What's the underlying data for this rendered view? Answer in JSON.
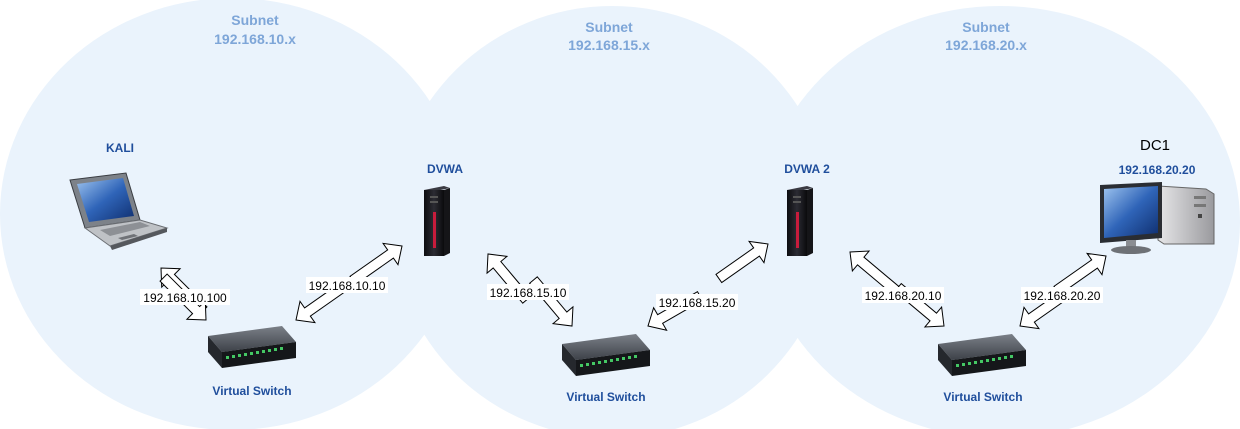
{
  "subnets": [
    {
      "title": "Subnet",
      "range": "192.168.10.x"
    },
    {
      "title": "Subnet",
      "range": "192.168.15.x"
    },
    {
      "title": "Subnet",
      "range": "192.168.20.x"
    }
  ],
  "nodes": {
    "kali": {
      "label": "KALI"
    },
    "dvwa": {
      "label": "DVWA"
    },
    "dvwa2": {
      "label": "DVWA 2"
    },
    "dc1": {
      "label": "DC1",
      "ip": "192.168.20.20"
    }
  },
  "switches": [
    {
      "label": "Virtual Switch"
    },
    {
      "label": "Virtual Switch"
    },
    {
      "label": "Virtual Switch"
    }
  ],
  "links": [
    {
      "ip": "192.168.10.100"
    },
    {
      "ip": "192.168.10.10"
    },
    {
      "ip": "192.168.15.10"
    },
    {
      "ip": "192.168.15.20"
    },
    {
      "ip": "192.168.20.10"
    },
    {
      "ip": "192.168.20.20"
    }
  ],
  "colors": {
    "subnet_fill": "#eaf3fc",
    "subnet_title": "#7ea6d8",
    "node_label": "#1f4e9c"
  }
}
